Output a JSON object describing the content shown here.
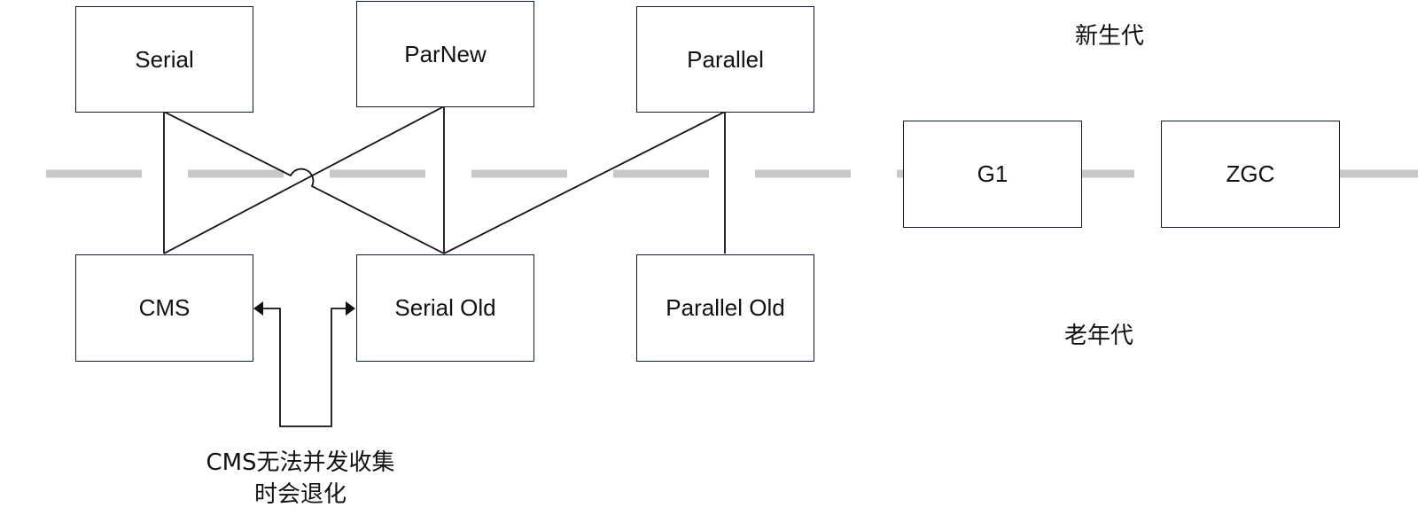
{
  "collectors": {
    "serial": "Serial",
    "parnew": "ParNew",
    "parallel": "Parallel",
    "cms": "CMS",
    "serial_old": "Serial Old",
    "parallel_old": "Parallel Old",
    "g1": "G1",
    "zgc": "ZGC"
  },
  "regions": {
    "young": "新生代",
    "old": "老年代"
  },
  "note": {
    "line1": "CMS无法并发收集",
    "line2": "时会退化"
  },
  "colors": {
    "box_border": "#0f1a3c",
    "line": "#111111",
    "divider": "#c8c8c8"
  }
}
